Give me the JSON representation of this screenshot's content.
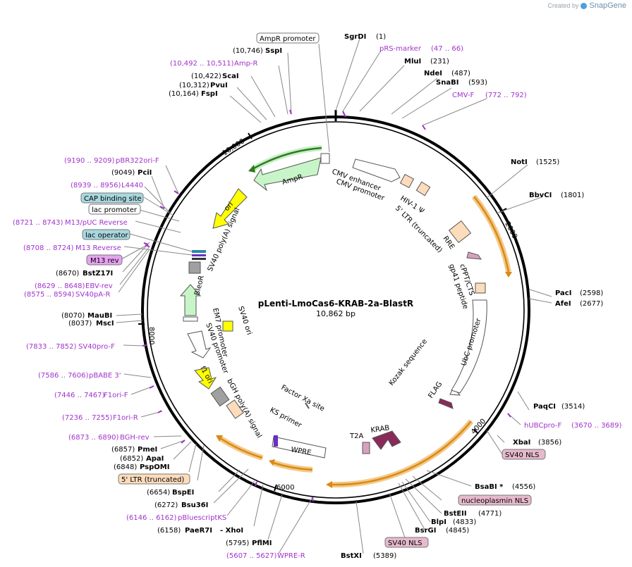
{
  "brand": {
    "created_by": "Created by",
    "name": "SnapGene"
  },
  "map": {
    "name": "pLenti-LmoCas6-KRAB-2a-BlastR",
    "length_label": "10,862 bp",
    "tick_labels": [
      "2000",
      "4000",
      "6000",
      "8000",
      "10,000"
    ],
    "colors": {
      "ring": "#000000",
      "feature_orange": "#e8a23a",
      "primer": "#a032cc",
      "amp": "#cdf5cd",
      "ori": "#ffff00"
    }
  },
  "left_labels": [
    {
      "pos": "(10,746)",
      "name": "SspI",
      "kind": "site"
    },
    {
      "pos": "(10,492 .. 10,511)",
      "name": "Amp-R",
      "kind": "primer"
    },
    {
      "pos": "(10,422)",
      "name": "ScaI",
      "kind": "site"
    },
    {
      "pos": "(10,312)",
      "name": "PvuI",
      "kind": "site"
    },
    {
      "pos": "(10,164)",
      "name": "FspI",
      "kind": "site"
    },
    {
      "pos": "(9190 .. 9209)",
      "name": "pBR322ori-F",
      "kind": "primer"
    },
    {
      "pos": "(9049)",
      "name": "PciI",
      "kind": "site"
    },
    {
      "pos": "(8939 .. 8956)",
      "name": "L4440",
      "kind": "primer"
    },
    {
      "pos": "(8721 .. 8743)",
      "name": "M13/pUC Reverse",
      "kind": "primer"
    },
    {
      "pos": "(8708 .. 8724)",
      "name": "M13 Reverse",
      "kind": "primer"
    },
    {
      "pos": "(8670)",
      "name": "BstZ17I",
      "kind": "site"
    },
    {
      "pos": "(8629 .. 8648)",
      "name": "EBV-rev",
      "kind": "primer"
    },
    {
      "pos": "(8575 .. 8594)",
      "name": "SV40pA-R",
      "kind": "primer"
    },
    {
      "pos": "(8070)",
      "name": "MauBI",
      "kind": "site"
    },
    {
      "pos": "(8037)",
      "name": "MscI",
      "kind": "site"
    },
    {
      "pos": "(7833 .. 7852)",
      "name": "SV40pro-F",
      "kind": "primer"
    },
    {
      "pos": "(7586 .. 7606)",
      "name": "pBABE 3'",
      "kind": "primer"
    },
    {
      "pos": "(7446 .. 7467)",
      "name": "F1ori-F",
      "kind": "primer"
    },
    {
      "pos": "(7236 .. 7255)",
      "name": "F1ori-R",
      "kind": "primer"
    },
    {
      "pos": "(6873 .. 6890)",
      "name": "BGH-rev",
      "kind": "primer"
    },
    {
      "pos": "(6857)",
      "name": "PmeI",
      "kind": "site"
    },
    {
      "pos": "(6852)",
      "name": "ApaI",
      "kind": "site"
    },
    {
      "pos": "(6848)",
      "name": "PspOMI",
      "kind": "site"
    },
    {
      "pos": "(6654)",
      "name": "BspEI",
      "kind": "site"
    },
    {
      "pos": "(6272)",
      "name": "Bsu36I",
      "kind": "site"
    },
    {
      "pos": "(6146 .. 6162)",
      "name": "pBluescriptKS",
      "kind": "primer"
    },
    {
      "pos": "(6158)",
      "name": "PaeR7I",
      "name2": "- XhoI",
      "kind": "site"
    },
    {
      "pos": "(5795)",
      "name": "PflMI",
      "kind": "site"
    },
    {
      "pos": "(5607 .. 5627)",
      "name": "WPRE-R",
      "kind": "primer"
    }
  ],
  "right_labels": [
    {
      "name": "SgrDI",
      "pos": "(1)",
      "kind": "site"
    },
    {
      "name": "pRS-marker",
      "pos": "(47 .. 66)",
      "kind": "primer"
    },
    {
      "name": "MluI",
      "pos": "(231)",
      "kind": "site"
    },
    {
      "name": "NdeI",
      "pos": "(487)",
      "kind": "site"
    },
    {
      "name": "SnaBI",
      "pos": "(593)",
      "kind": "site"
    },
    {
      "name": "CMV-F",
      "pos": "(772 .. 792)",
      "kind": "primer"
    },
    {
      "name": "NotI",
      "pos": "(1525)",
      "kind": "site"
    },
    {
      "name": "BbvCI",
      "pos": "(1801)",
      "kind": "site"
    },
    {
      "name": "PacI",
      "pos": "(2598)",
      "kind": "site"
    },
    {
      "name": "AfeI",
      "pos": "(2677)",
      "kind": "site"
    },
    {
      "name": "PaqCI",
      "pos": "(3514)",
      "kind": "site"
    },
    {
      "name": "hUBCpro-F",
      "pos": "(3670 .. 3689)",
      "kind": "primer"
    },
    {
      "name": "XbaI",
      "pos": "(3856)",
      "kind": "site"
    },
    {
      "name": "BsaBI *",
      "pos": "(4556)",
      "kind": "site"
    },
    {
      "name": "BstEII",
      "pos": "(4771)",
      "kind": "site"
    },
    {
      "name": "BlpI",
      "pos": "(4833)",
      "kind": "site"
    },
    {
      "name": "BsrGI",
      "pos": "(4845)",
      "kind": "site"
    },
    {
      "name": "BstXI",
      "pos": "(5389)",
      "kind": "site"
    }
  ],
  "boxed_features": {
    "ampr_promoter": "AmpR promoter",
    "cap_binding_site": "CAP binding site",
    "lac_promoter": "lac promoter",
    "lac_operator": "lac operator",
    "m13_rev": "M13 rev",
    "ltr_truncated_box": "5' LTR (truncated)",
    "sv40_nls_1": "SV40 NLS",
    "nucleoplasmin_nls": "nucleoplasmin NLS",
    "sv40_nls_2": "SV40 NLS"
  },
  "inner_labels": {
    "ampr": "AmpR",
    "ori": "ori",
    "cmv_enhancer": "CMV enhancer",
    "cmv_promoter": "CMV promoter",
    "hiv_psi": "HIV-1 Ψ",
    "ltr_truncated": "5' LTR (truncated)",
    "rre": "RRE",
    "cppt": "cPPT/CTS",
    "gp41": "gp41 peptide",
    "ubc_promoter": "UbC promoter",
    "kozak": "Kozak sequence",
    "flag": "FLAG",
    "krab": "KRAB",
    "t2a": "T2A",
    "factor_xa": "Factor Xa site",
    "ks_primer": "KS primer",
    "wpre": "WPRE",
    "bgh": "bGH poly(A) signal",
    "f1_ori": "f1 ori",
    "sv40_promoter": "SV40 promoter",
    "em7_promoter": "EM7 promoter",
    "sv40_ori": "SV40 ori",
    "bleor": "BleoR",
    "sv40_polya": "SV40 poly(A) signal"
  }
}
